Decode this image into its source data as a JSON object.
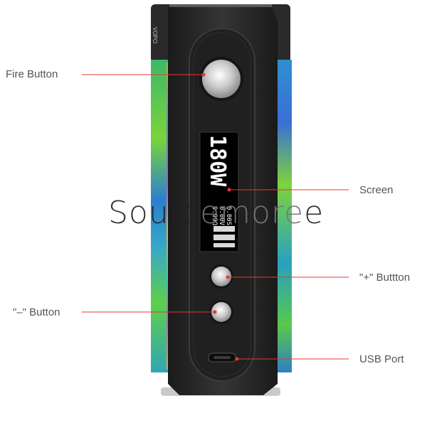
{
  "device": {
    "brand_mark": "VOPO",
    "screen": {
      "wattage": "180W",
      "resistance": "9.99Ω",
      "voltage": "0.00V",
      "time": "0.00S"
    }
  },
  "callouts": {
    "fire_button": "Fire Button",
    "screen": "Screen",
    "plus_button": "\"+\" Buttton",
    "minus_button": "\"–\" Button",
    "usb_port": "USB Port"
  },
  "watermark": {
    "text_a": "Sourc",
    "text_b": "emore",
    "text_c": "e"
  },
  "colors": {
    "callout_line": "#e53935",
    "callout_text": "#555555",
    "body": "#2a2a2a",
    "panel": "#1e1e1e"
  }
}
